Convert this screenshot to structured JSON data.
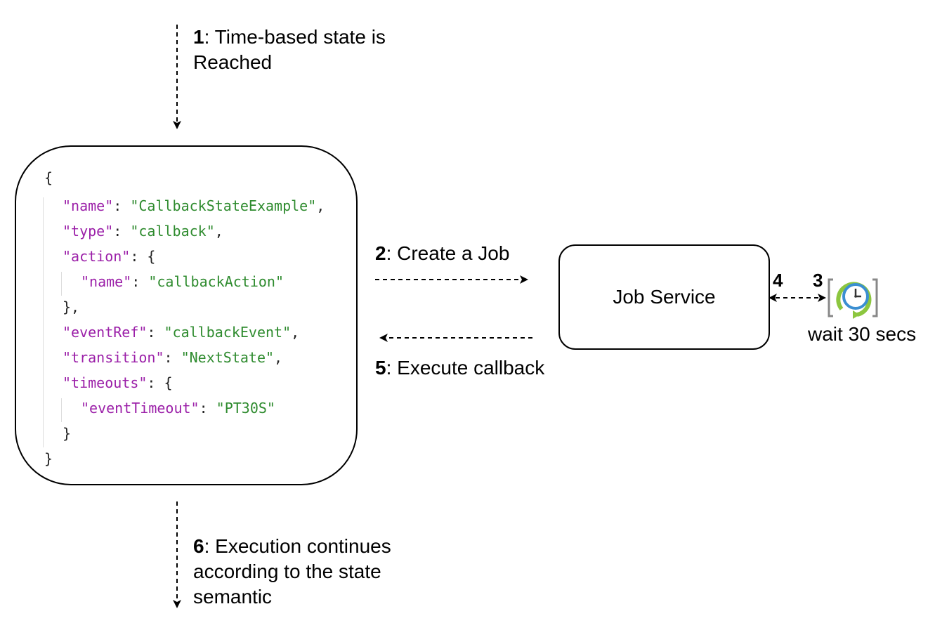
{
  "steps": {
    "s1": {
      "num": "1",
      "text": ": Time-based state is",
      "text2": "Reached"
    },
    "s2": {
      "num": "2",
      "text": ": Create a Job"
    },
    "s5": {
      "num": "5",
      "text": ": Execute callback"
    },
    "s6": {
      "num": "6",
      "text": ": Execution continues",
      "text2": "according to the state",
      "text3": "semantic"
    },
    "s3": "3",
    "s4": "4"
  },
  "job_service": {
    "label": "Job Service"
  },
  "timer": {
    "label": "wait 30 secs",
    "icon": "clock-icon"
  },
  "code": {
    "open": "{",
    "close": "}",
    "name_key": "\"name\"",
    "name_val": "\"CallbackStateExample\"",
    "type_key": "\"type\"",
    "type_val": "\"callback\"",
    "action_key": "\"action\"",
    "action_name_key": "\"name\"",
    "action_name_val": "\"callbackAction\"",
    "action_close": "},",
    "eventref_key": "\"eventRef\"",
    "eventref_val": "\"callbackEvent\"",
    "transition_key": "\"transition\"",
    "transition_val": "\"NextState\"",
    "timeouts_key": "\"timeouts\"",
    "eventtimeout_key": "\"eventTimeout\"",
    "eventtimeout_val": "\"PT30S\"",
    "timeouts_close": "}"
  },
  "colors": {
    "key": "#9b1fa8",
    "string": "#2e8b2e",
    "clock_blue": "#3b8fd1",
    "clock_green": "#8cc63f"
  }
}
